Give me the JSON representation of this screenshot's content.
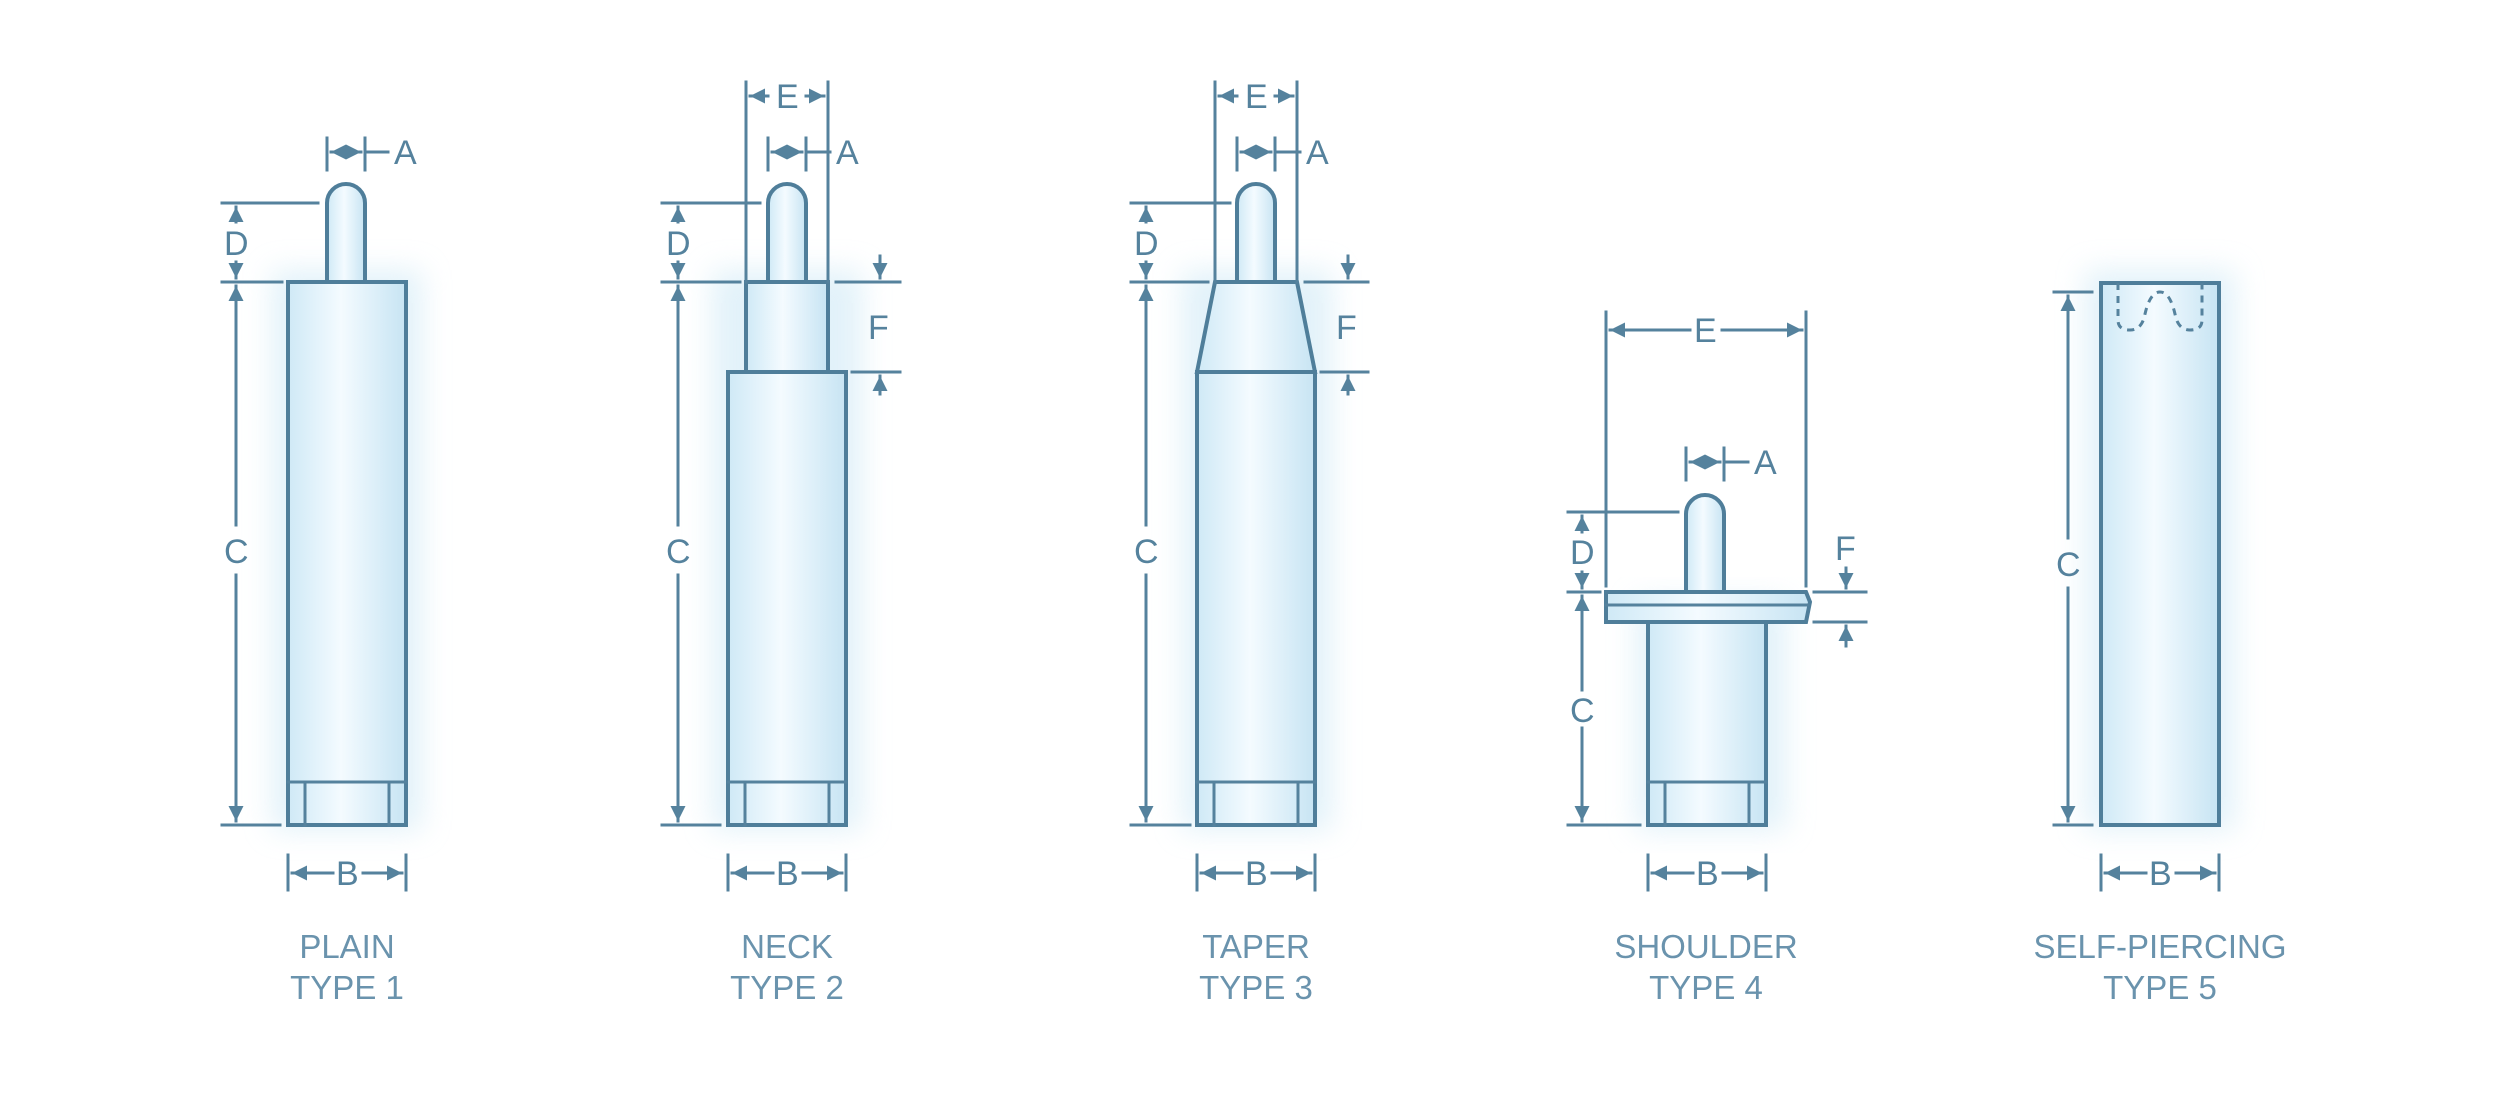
{
  "dimension_letters": {
    "a": "A",
    "b": "B",
    "c": "C",
    "d": "D",
    "e": "E",
    "f": "F"
  },
  "types": [
    {
      "name": "PLAIN",
      "type": "TYPE 1"
    },
    {
      "name": "NECK",
      "type": "TYPE 2"
    },
    {
      "name": "TAPER",
      "type": "TYPE 3"
    },
    {
      "name": "SHOULDER",
      "type": "TYPE 4"
    },
    {
      "name": "SELF-PIERCING",
      "type": "TYPE 5"
    }
  ],
  "colors": {
    "line": "#55829d",
    "fill": "#dff1fb",
    "text": "#6a93ad"
  }
}
